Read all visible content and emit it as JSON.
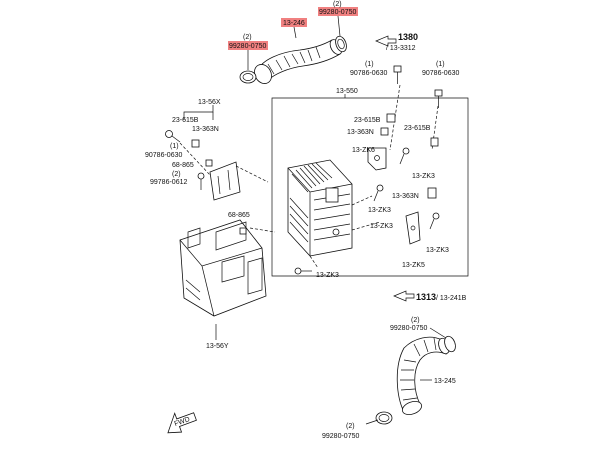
{
  "highlight_color": "#f08080",
  "labels": {
    "p13_246": "13-246",
    "p99280_0750_top": "99280-0750",
    "q2_top": "(2)",
    "p99280_0750_left": "99280-0750",
    "q2_left": "(2)",
    "ref_1380": "1380",
    "ref_13_3312": "/ 13-3312",
    "p90786_0630_a": "90786-0630",
    "q1_a": "(1)",
    "p90786_0630_b": "90786-0630",
    "q1_b": "(1)",
    "p13_550": "13-550",
    "p13_56x": "13-56X",
    "p23_615b_l": "23-615B",
    "p13_363n_l": "13-363N",
    "q1_c": "(1)",
    "p90786_0630_c": "90786-0630",
    "p68_865_a": "68-865",
    "q2_d": "(2)",
    "p99786_0612": "99786-0612",
    "p68_865_b": "68-865",
    "p23_615b_r": "23-615B",
    "p13_363n_r1": "13-363N",
    "p13_363n_r2": "13-363N",
    "p13_zk6": "13-ZK6",
    "p13_zk3_a": "13-ZK3",
    "p13_zk3_b": "13-ZK3",
    "p13_zk3_c": "13-ZK3",
    "p13_zk3_d": "13-ZK3",
    "p13_zk3_e": "13-ZK3",
    "p13_zk5": "13-ZK5",
    "p13_56y": "13-56Y",
    "ref_1313": "1313",
    "ref_13_241b": "/ 13-241B",
    "q2_e": "(2)",
    "p99280_0750_r": "99280-0750",
    "p13_245": "13-245",
    "q2_f": "(2)",
    "p99280_0750_b": "99280-0750",
    "fwd": "FWD"
  }
}
